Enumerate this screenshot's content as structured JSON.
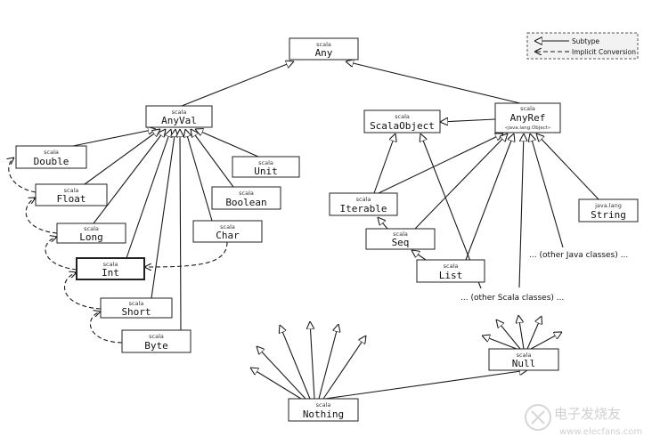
{
  "legend": {
    "subtype_label": "Subtype",
    "implicit_label": "Implicit Conversion"
  },
  "nodes": {
    "any": {
      "pkg": "scala",
      "name": "Any"
    },
    "anyval": {
      "pkg": "scala",
      "name": "AnyVal"
    },
    "scalaobject": {
      "pkg": "scala",
      "name": "ScalaObject"
    },
    "anyref": {
      "pkg": "scala",
      "name": "AnyRef",
      "sub": "«java.lang.Object»"
    },
    "double": {
      "pkg": "scala",
      "name": "Double"
    },
    "float": {
      "pkg": "scala",
      "name": "Float"
    },
    "long": {
      "pkg": "scala",
      "name": "Long"
    },
    "int": {
      "pkg": "scala",
      "name": "Int"
    },
    "short": {
      "pkg": "scala",
      "name": "Short"
    },
    "byte": {
      "pkg": "scala",
      "name": "Byte"
    },
    "unit": {
      "pkg": "scala",
      "name": "Unit"
    },
    "boolean": {
      "pkg": "scala",
      "name": "Boolean"
    },
    "char": {
      "pkg": "scala",
      "name": "Char"
    },
    "iterable": {
      "pkg": "scala",
      "name": "Iterable"
    },
    "seq": {
      "pkg": "scala",
      "name": "Seq"
    },
    "list": {
      "pkg": "scala",
      "name": "List"
    },
    "string": {
      "pkg": "java.lang",
      "name": "String"
    },
    "null": {
      "pkg": "scala",
      "name": "Null"
    },
    "nothing": {
      "pkg": "scala",
      "name": "Nothing"
    }
  },
  "other_java": "... (other Java classes) ...",
  "other_scala": "... (other Scala classes) ...",
  "watermark": {
    "brand": "电子发烧友",
    "url": "www.elecfans.com"
  }
}
